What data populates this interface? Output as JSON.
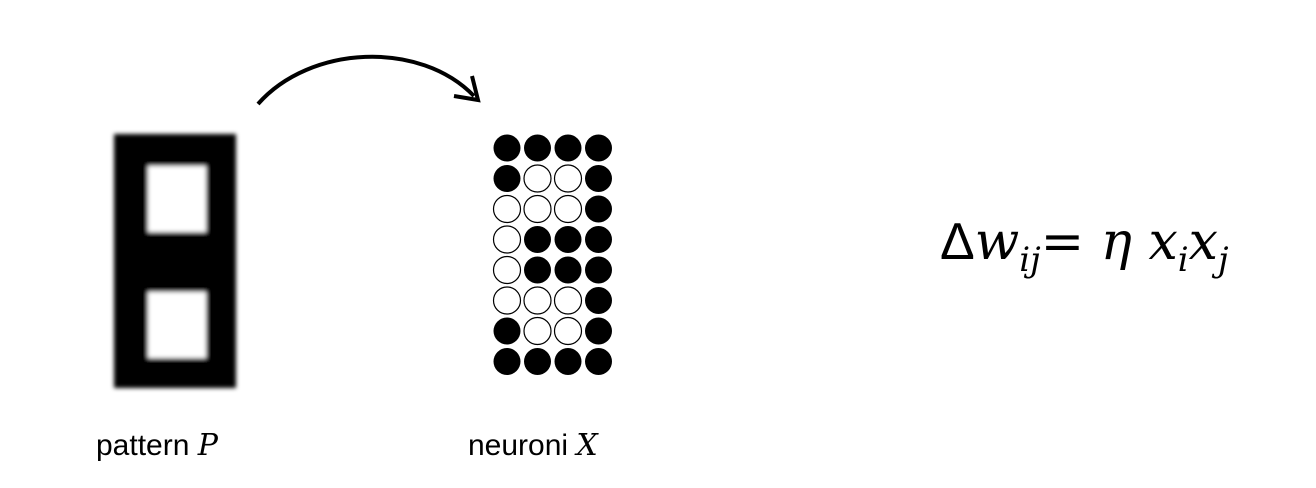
{
  "pattern_label": {
    "text": "pattern ",
    "var": "P"
  },
  "neurons_label": {
    "text": "neuroni ",
    "var": "X"
  },
  "formula": {
    "delta": "Δ",
    "w": "w",
    "w_sub": "ij",
    "equals": "= ",
    "eta": "η",
    "x1": "x",
    "x1_sub": "i",
    "x2": "x",
    "x2_sub": "j"
  },
  "neuron_grid": {
    "rows": 8,
    "cols": 4,
    "filled": [
      [
        1,
        1,
        1,
        1
      ],
      [
        1,
        0,
        0,
        1
      ],
      [
        0,
        0,
        0,
        1
      ],
      [
        0,
        1,
        1,
        1
      ],
      [
        0,
        1,
        1,
        1
      ],
      [
        0,
        0,
        0,
        1
      ],
      [
        1,
        0,
        0,
        1
      ],
      [
        1,
        1,
        1,
        1
      ]
    ]
  },
  "colors": {
    "on": "#000000",
    "off": "#ffffff"
  }
}
